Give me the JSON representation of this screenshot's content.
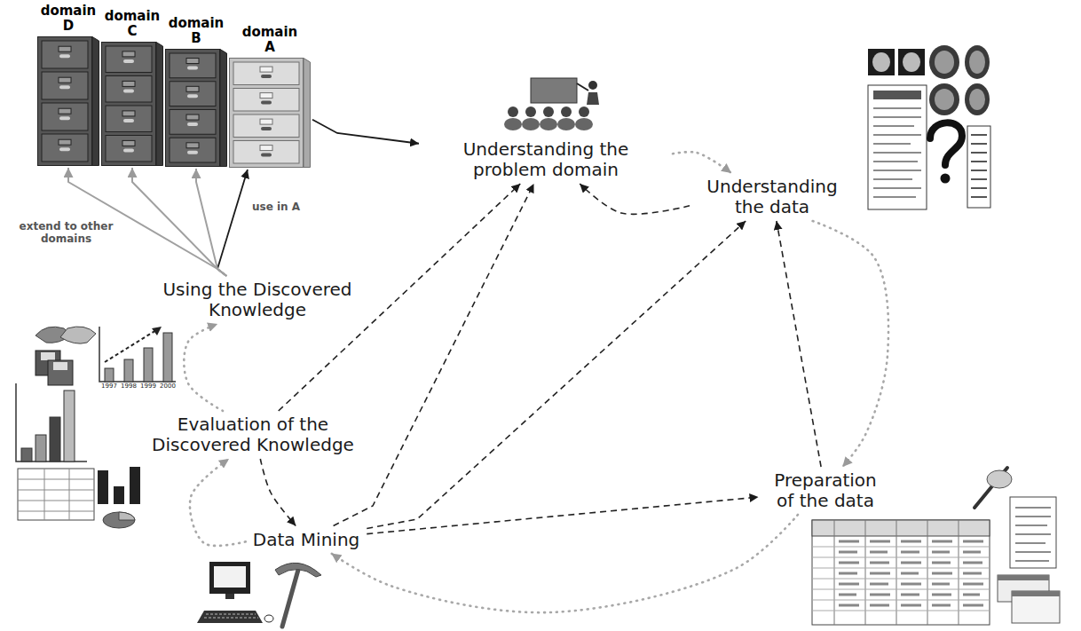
{
  "diagram": {
    "nodes": [
      {
        "text": [
          "domain D"
        ]
      },
      {
        "text": [
          "domain C"
        ]
      },
      {
        "text": [
          "domain B"
        ]
      },
      {
        "text": [
          "domain A"
        ]
      },
      {
        "text": [
          "Understanding the problem domain"
        ]
      },
      {
        "text": [
          "Understanding the data"
        ]
      },
      {
        "text": [
          "Using the Discovered Knowledge"
        ]
      },
      {
        "text": [
          "Evaluation of the Discovered Knowledge"
        ]
      },
      {
        "text": [
          "Preparation of the data"
        ]
      },
      {
        "text": [
          "Data Mining"
        ]
      }
    ],
    "edges": [
      {
        "from": 3,
        "to": 4,
        "arrow": "to"
      },
      {
        "from": 4,
        "to": 5,
        "arrow": "to"
      },
      {
        "from": 5,
        "to": 8,
        "arrow": "to"
      },
      {
        "from": 8,
        "to": 9,
        "arrow": "to"
      },
      {
        "from": 9,
        "to": 7,
        "arrow": "to"
      },
      {
        "from": 7,
        "to": 6,
        "arrow": "to"
      },
      {
        "from": 6,
        "to": 3,
        "label": "use in A",
        "arrow": "to"
      },
      {
        "from": 6,
        "to": 2,
        "arrow": "to"
      },
      {
        "from": 6,
        "to": 1,
        "arrow": "to"
      },
      {
        "from": 6,
        "to": 0,
        "label": "extend to other domains",
        "arrow": "to"
      },
      {
        "from": 5,
        "to": 4,
        "arrow": "to"
      },
      {
        "from": 8,
        "to": 5,
        "arrow": "to"
      },
      {
        "from": 9,
        "to": 5,
        "arrow": "to"
      },
      {
        "from": 9,
        "to": 4,
        "arrow": "to"
      },
      {
        "from": 7,
        "to": 4,
        "arrow": "to"
      },
      {
        "from": 7,
        "to": 9,
        "arrow": "to"
      },
      {
        "from": 9,
        "to": 8,
        "arrow": "to"
      }
    ],
    "labels": [
      "1997",
      "1998",
      "1999",
      "2000"
    ]
  }
}
